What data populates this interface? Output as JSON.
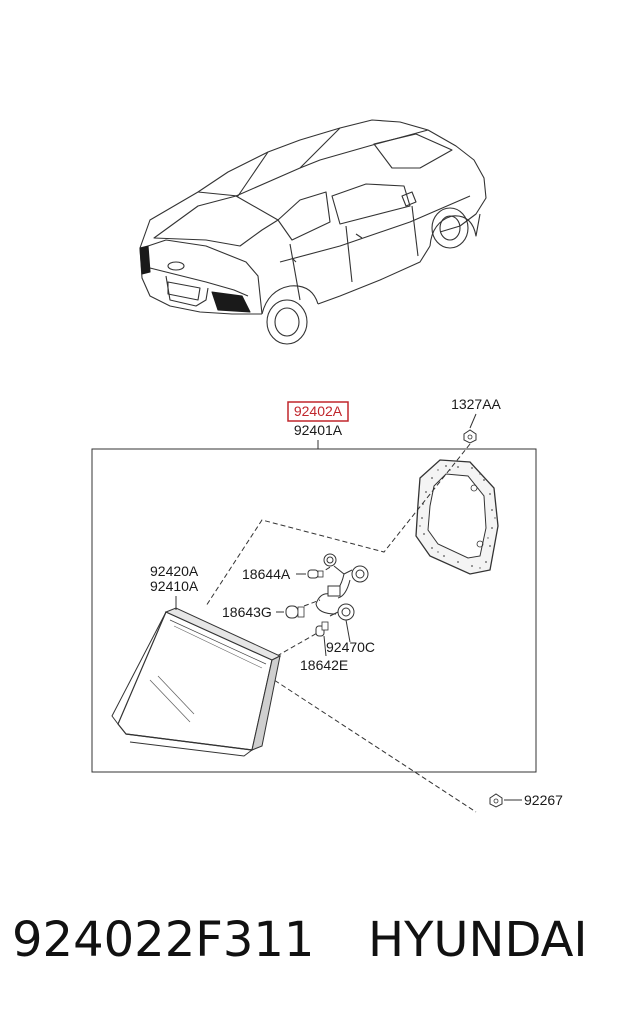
{
  "labels": {
    "highlighted_part": "92402A",
    "assembly": "92401A",
    "nut_top": "1327AA",
    "lens_1": "92420A",
    "lens_2": "92410A",
    "bulb_a": "18644A",
    "bulb_g": "18643G",
    "socket": "92470C",
    "bulb_e": "18642E",
    "nut_bottom": "92267"
  },
  "footer": {
    "part_number": "924022F311",
    "brand": "HYUNDAI"
  },
  "colors": {
    "line": "#333333",
    "highlight_box": "#c0262c",
    "lamp_fill": "#1a1a1a"
  }
}
